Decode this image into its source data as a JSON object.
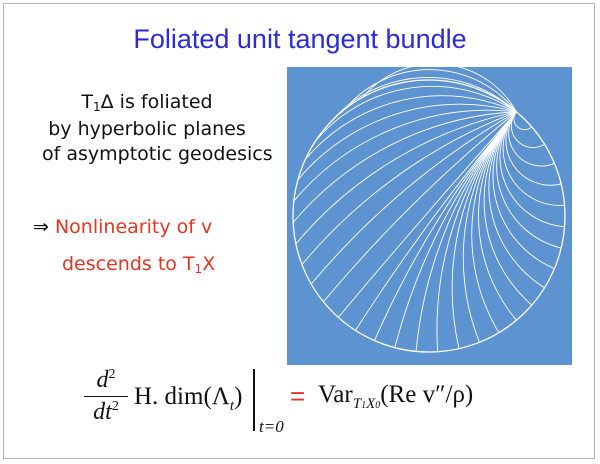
{
  "slide": {
    "title": "Foliated unit tangent bundle",
    "description_lines": [
      "is foliated",
      "by hyperbolic planes",
      "of asymptotic geodesics"
    ],
    "description_symbol": "T",
    "description_symbol_sub": "1",
    "description_symbol_tail": "Δ",
    "claim_implies": "⇒",
    "claim_line1": "Nonlinearity of v",
    "claim_line2_prefix": "descends to T",
    "claim_line2_sub": "1",
    "claim_line2_tail": "X",
    "formula": {
      "num": "d",
      "num_exp": "2",
      "den": "dt",
      "den_exp": "2",
      "lhs": "H. dim(Λ",
      "lhs_sub": "t",
      "lhs_close": ")",
      "eval_at": "t=0",
      "equals": "=",
      "rhs_var": "Var",
      "rhs_sub": "T",
      "rhs_sub_1": "1",
      "rhs_sub_x": "X",
      "rhs_sub_0": "0",
      "rhs_body": "(Re v″/ρ)"
    }
  },
  "colors": {
    "title": "#2b2bd9",
    "accent_red": "#e53424",
    "panel_blue": "#5e93d2",
    "curve_white": "#ffffff"
  }
}
